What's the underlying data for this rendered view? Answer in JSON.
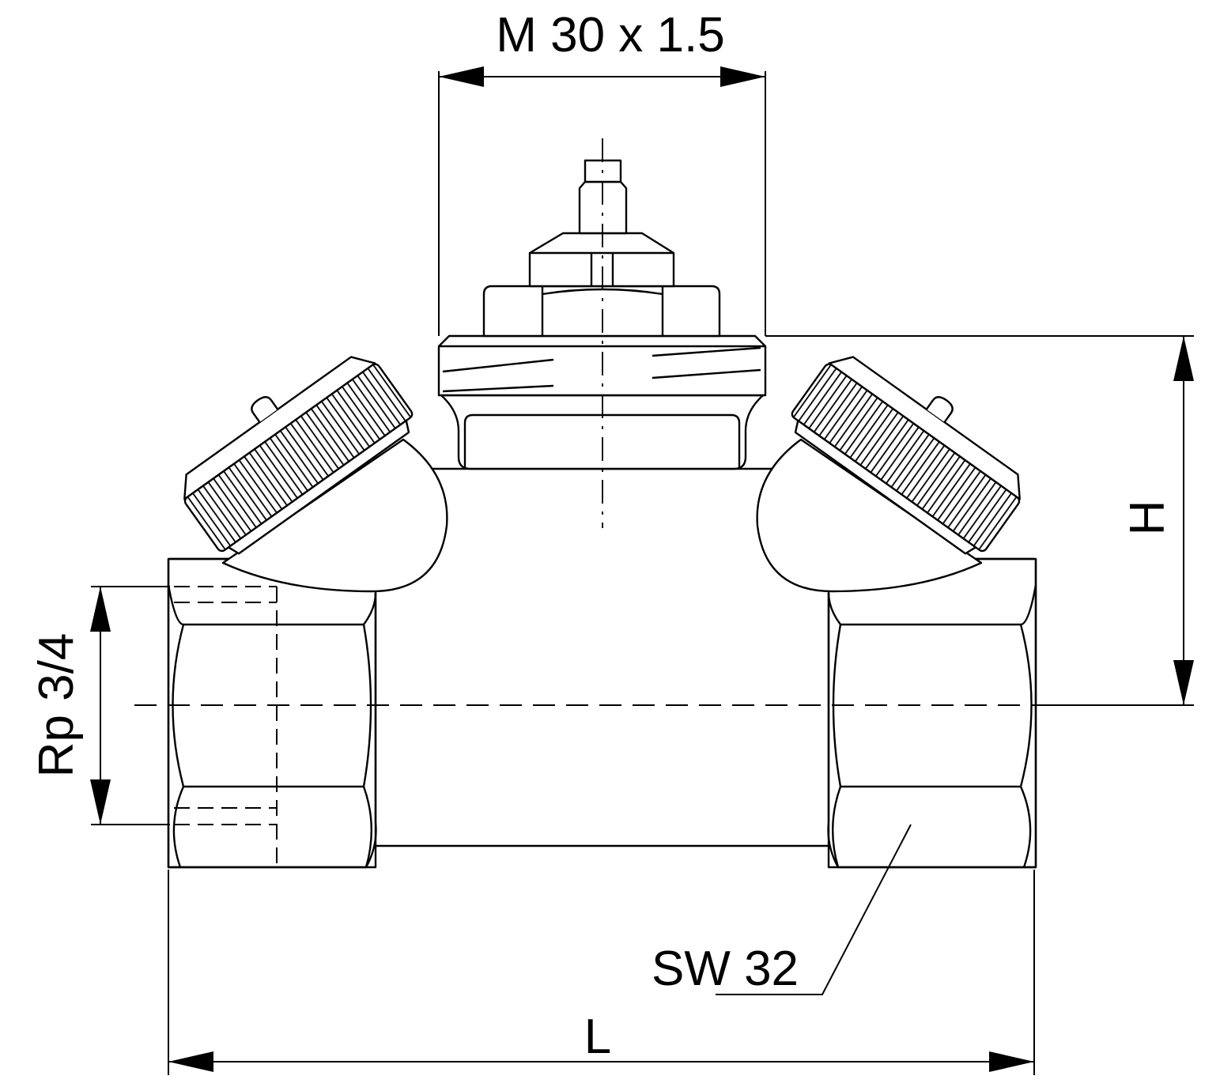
{
  "labels": {
    "thread": "M 30 x 1.5",
    "height": "H",
    "pipe_thread": "Rp 3/4",
    "wrench_size": "SW 32",
    "length": "L"
  },
  "colors": {
    "line": "#000000",
    "background": "#ffffff"
  }
}
